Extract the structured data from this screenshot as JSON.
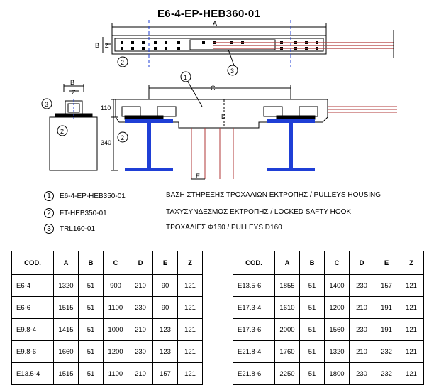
{
  "title": "E6-4-EP-HEB360-01",
  "dimension_labels": {
    "A": "A",
    "B": "B",
    "Z": "Z",
    "C": "C",
    "D": "D",
    "E": "E",
    "dim_110": "110",
    "dim_340": "340"
  },
  "callouts": [
    "1",
    "2",
    "3"
  ],
  "legend": [
    {
      "num": "1",
      "code": "E6-4-EP-HEB350-01",
      "desc": "ΒΑΣΗ ΣΤΗΡΕΞΗΣ ΤΡΟΧΑΛΙΩΝ ΕΚΤΡΟΠΗΣ /   PULLEYS HOUSING"
    },
    {
      "num": "2",
      "code": "FT-HEB350-01",
      "desc": "ΤΑΧΥΣΥΝΔΕΣΜΟΣ ΕΚΤΡΟΠΗΣ /   LOCKED SAFTY HOOK"
    },
    {
      "num": "3",
      "code": "TRL160-01",
      "desc": "ΤΡΟΧΑΛΙΕΣ Φ160 /   PULLEYS D160"
    }
  ],
  "table_headers": [
    "COD.",
    "A",
    "B",
    "C",
    "D",
    "E",
    "Z"
  ],
  "table_left": [
    [
      "E6-4",
      "1320",
      "51",
      "900",
      "210",
      "90",
      "121"
    ],
    [
      "E6-6",
      "1515",
      "51",
      "1100",
      "230",
      "90",
      "121"
    ],
    [
      "E9.8-4",
      "1415",
      "51",
      "1000",
      "210",
      "123",
      "121"
    ],
    [
      "E9.8-6",
      "1660",
      "51",
      "1200",
      "230",
      "123",
      "121"
    ],
    [
      "E13.5-4",
      "1515",
      "51",
      "1100",
      "210",
      "157",
      "121"
    ]
  ],
  "table_right": [
    [
      "E13.5-6",
      "1855",
      "51",
      "1400",
      "230",
      "157",
      "121"
    ],
    [
      "E17.3-4",
      "1610",
      "51",
      "1200",
      "210",
      "191",
      "121"
    ],
    [
      "E17.3-6",
      "2000",
      "51",
      "1560",
      "230",
      "191",
      "121"
    ],
    [
      "E21.8-4",
      "1760",
      "51",
      "1320",
      "210",
      "232",
      "121"
    ],
    [
      "E21.8-6",
      "2250",
      "51",
      "1800",
      "230",
      "232",
      "121"
    ]
  ],
  "colors": {
    "beam_blue": "#1f3fd6",
    "rope_red": "#b23a3a",
    "line": "#000000"
  }
}
